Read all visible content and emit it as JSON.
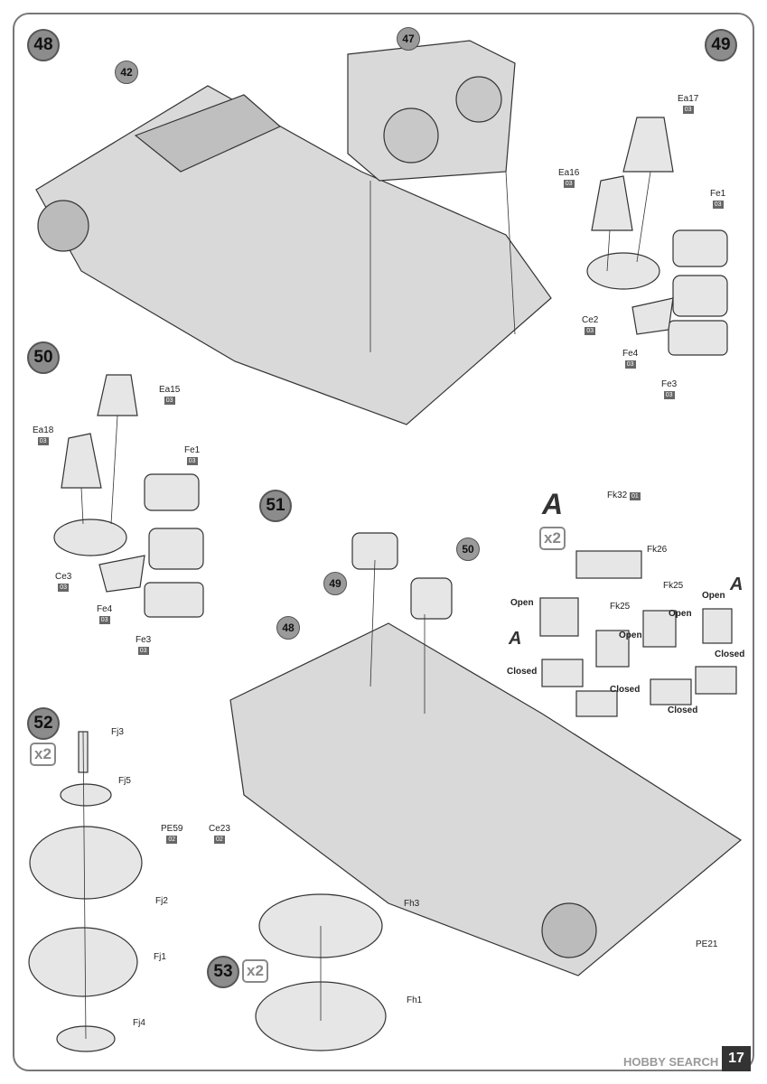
{
  "page_number": "17",
  "watermark": "HOBBY SEARCH",
  "steps": {
    "s48": "48",
    "s49": "49",
    "s50": "50",
    "s51": "51",
    "s52": "52",
    "s53": "53"
  },
  "callouts": {
    "c42": "42",
    "c47": "47",
    "c48": "48",
    "c49": "49",
    "c50": "50"
  },
  "multiplier": "x2",
  "parts": {
    "ea17": {
      "name": "Ea17",
      "sub": "03"
    },
    "ea16": {
      "name": "Ea16",
      "sub": "03"
    },
    "fe1_49": {
      "name": "Fe1",
      "sub": "03"
    },
    "ce2": {
      "name": "Ce2",
      "sub": "03"
    },
    "fe4_49": {
      "name": "Fe4",
      "sub": "03"
    },
    "fe3_49": {
      "name": "Fe3",
      "sub": "03"
    },
    "ea15": {
      "name": "Ea15",
      "sub": "03"
    },
    "ea18": {
      "name": "Ea18",
      "sub": "03"
    },
    "fe1_50": {
      "name": "Fe1",
      "sub": "03"
    },
    "ce3": {
      "name": "Ce3",
      "sub": "03"
    },
    "fe4_50": {
      "name": "Fe4",
      "sub": "03"
    },
    "fe3_50": {
      "name": "Fe3",
      "sub": "03"
    },
    "fk32": {
      "name": "Fk32",
      "sub": "01"
    },
    "fk26": {
      "name": "Fk26"
    },
    "fk25a": {
      "name": "Fk25"
    },
    "fk25b": {
      "name": "Fk25"
    },
    "pe59": {
      "name": "PE59",
      "sub": "02"
    },
    "ce23": {
      "name": "Ce23",
      "sub": "02"
    },
    "pe21": {
      "name": "PE21"
    },
    "fj3": {
      "name": "Fj3"
    },
    "fj5": {
      "name": "Fj5"
    },
    "fj2": {
      "name": "Fj2"
    },
    "fj1": {
      "name": "Fj1"
    },
    "fj4": {
      "name": "Fj4"
    },
    "fh3": {
      "name": "Fh3"
    },
    "fh1": {
      "name": "Fh1"
    }
  },
  "labels": {
    "open": "Open",
    "closed": "Closed",
    "A": "A"
  }
}
